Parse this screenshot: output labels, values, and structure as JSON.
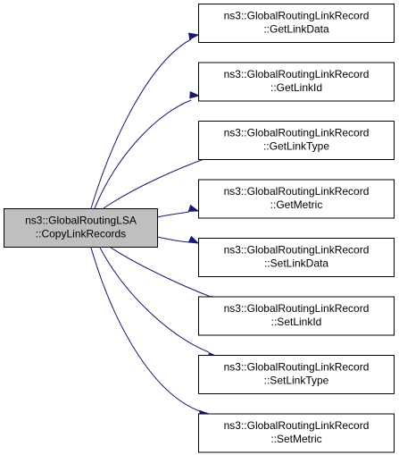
{
  "graph": {
    "colors": {
      "edge": "#191970",
      "source_fill": "#bfbfbf",
      "target_fill": "#ffffff",
      "border": "#000000"
    },
    "source": {
      "line1": "ns3::GlobalRoutingLSA",
      "line2": "::CopyLinkRecords"
    },
    "targets": [
      {
        "line1": "ns3::GlobalRoutingLinkRecord",
        "line2": "::GetLinkData"
      },
      {
        "line1": "ns3::GlobalRoutingLinkRecord",
        "line2": "::GetLinkId"
      },
      {
        "line1": "ns3::GlobalRoutingLinkRecord",
        "line2": "::GetLinkType"
      },
      {
        "line1": "ns3::GlobalRoutingLinkRecord",
        "line2": "::GetMetric"
      },
      {
        "line1": "ns3::GlobalRoutingLinkRecord",
        "line2": "::SetLinkData"
      },
      {
        "line1": "ns3::GlobalRoutingLinkRecord",
        "line2": "::SetLinkId"
      },
      {
        "line1": "ns3::GlobalRoutingLinkRecord",
        "line2": "::SetLinkType"
      },
      {
        "line1": "ns3::GlobalRoutingLinkRecord",
        "line2": "::SetMetric"
      }
    ]
  }
}
